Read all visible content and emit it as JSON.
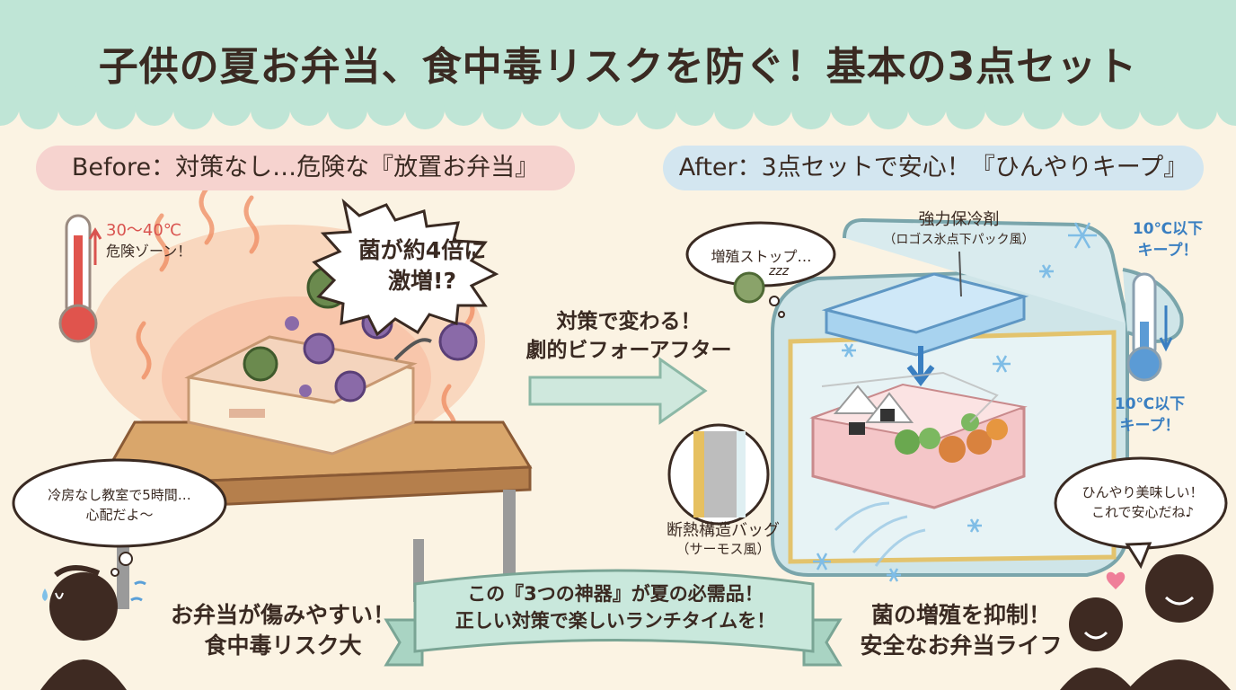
{
  "title": "子供の夏お弁当、食中毒リスクを防ぐ！基本の3点セット",
  "before": {
    "heading": "Before：対策なし…危険な『放置お弁当』",
    "temp_range": "30〜40℃",
    "danger_zone": "危険ゾーン！",
    "germ_bubble": [
      "菌が約4倍に",
      "激増!?"
    ],
    "worry_bubble": [
      "冷房なし教室で5時間…",
      "心配だよ〜"
    ],
    "caption": [
      "お弁当が傷みやすい！",
      "食中毒リスク大"
    ]
  },
  "middle": {
    "arrow_text": [
      "対策で変わる！",
      "劇的ビフォーアフター"
    ]
  },
  "after": {
    "heading": "After：3点セットで安心！『ひんやりキープ』",
    "sleep_bubble": "増殖ストップ…",
    "zzz": "zzz",
    "ice_pack": "強力保冷剤",
    "ice_pack_note": "（ロゴス氷点下パック風）",
    "keep_top": [
      "10℃以下",
      "キープ！"
    ],
    "keep_bottom": [
      "10℃以下",
      "キープ！"
    ],
    "bag": "断熱構造バッグ",
    "bag_note": "（サーモス風）",
    "happy_bubble": [
      "ひんやり美味しい！",
      "これで安心だね♪"
    ],
    "caption": [
      "菌の増殖を抑制！",
      "安全なお弁当ライフ"
    ]
  },
  "banner": [
    "この『3つの神器』が夏の必需品！",
    "正しい対策で楽しいランチタイムを！"
  ],
  "colors": {
    "header": "#bfe5d6",
    "background": "#fbf3e3",
    "before_pill": "#f6d3cf",
    "after_pill": "#d3e6f0",
    "banner": "#c9e8dc",
    "text": "#3a2a22",
    "danger": "#d9534f",
    "cool": "#3a7fc1"
  }
}
